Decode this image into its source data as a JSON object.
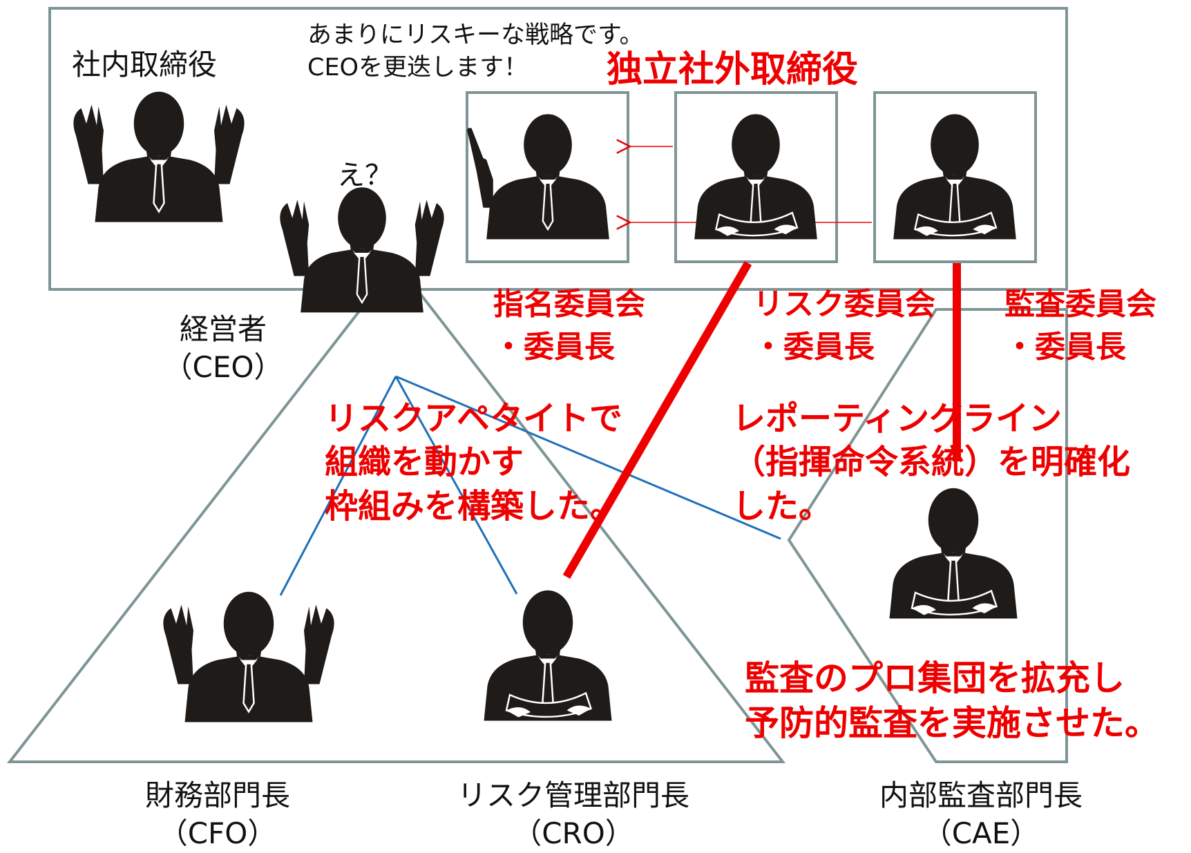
{
  "labels": {
    "internal_directors": "社内取締役",
    "independent_directors": "独立社外取締役",
    "ceo_quote": "あまりにリスキーな戦略です。\nCEOを更迭します！",
    "ceo_reaction": "え？",
    "ceo_title": "経営者\n（CEO）",
    "nomination_committee": "指名委員会\n・委員長",
    "risk_committee": "リスク委員会\n・委員長",
    "audit_committee": "監査委員会\n・委員長",
    "risk_appetite_note": "リスクアペタイトで\n組織を動かす\n枠組みを構築した。",
    "reporting_line_note": "レポーティングライン\n（指揮命令系統）を明確化\nした。",
    "audit_note": "監査のプロ集団を拡充し\n予防的監査を実施させた。",
    "cfo": "財務部門長\n（CFO）",
    "cro": "リスク管理部門長\n（CRO）",
    "cae": "内部監査部門長\n（CAE）"
  },
  "colors": {
    "accent_red": "#ee0000",
    "link_blue": "#1f6fb8",
    "frame_gray": "#7f9595",
    "silhouette": "#1e1b19"
  },
  "icons": [
    "person-silhouette-icon",
    "arrow-left-icon"
  ]
}
